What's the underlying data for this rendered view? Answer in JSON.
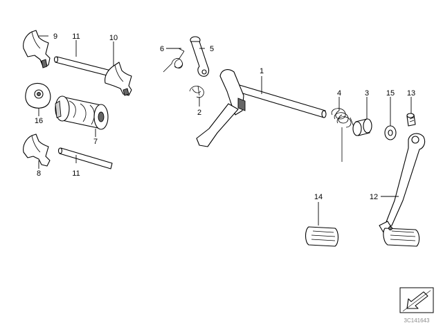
{
  "diagram": {
    "reference_code": "3C141643",
    "labels": {
      "p1": "1",
      "p2": "2",
      "p3": "3",
      "p4": "4",
      "p5": "5",
      "p6": "6",
      "p7": "7",
      "p8": "8",
      "p9": "9",
      "p10": "10",
      "p11a": "11",
      "p11b": "11",
      "p12": "12",
      "p13": "13",
      "p14": "14",
      "p15": "15",
      "p16": "16"
    },
    "corner_icon": "arrow-down-left-icon"
  }
}
